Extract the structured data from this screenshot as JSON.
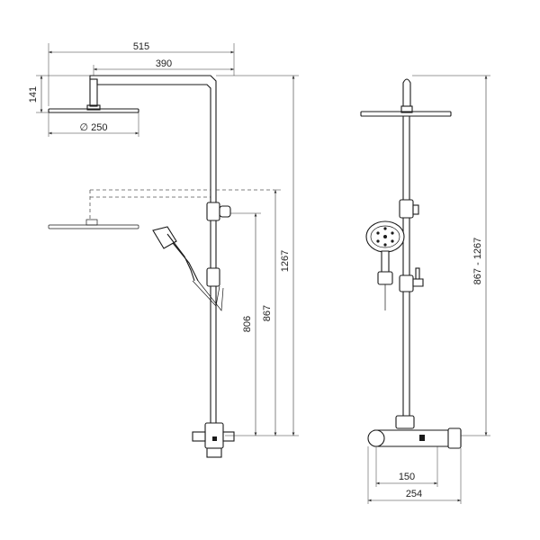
{
  "dimensions": {
    "overall_width": "515",
    "arm_length": "390",
    "head_height": "141",
    "head_diameter": "∅ 250",
    "height_806": "806",
    "height_867": "867",
    "height_1267": "1267",
    "height_range": "867 - 1267",
    "mixer_150": "150",
    "mixer_254": "254"
  }
}
